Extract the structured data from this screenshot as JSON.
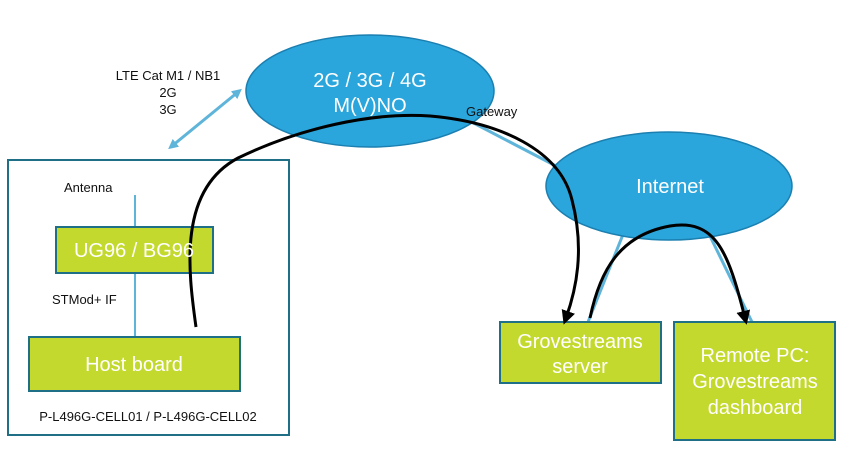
{
  "colors": {
    "cloud": "#2aa6dc",
    "cloud_border": "#1b7fb0",
    "box": "#c4d92e",
    "box_border": "#1f6f86",
    "frame": "#1f6f86",
    "link": "#5fb4da",
    "arrow": "#000000"
  },
  "radio_link": {
    "line1": "LTE Cat M1 / NB1",
    "line2": "2G",
    "line3": "3G"
  },
  "mno_cloud": {
    "line1": "2G / 3G / 4G",
    "line2": "M(V)NO"
  },
  "gateway_label": "Gateway",
  "internet_cloud": {
    "label": "Internet"
  },
  "device_frame": {
    "antenna_label": "Antenna",
    "module_label": "UG96 / BG96",
    "interface_label": "STMod+ IF",
    "host_label": "Host board",
    "caption": "P-L496G-CELL01 / P-L496G-CELL02"
  },
  "server_box": {
    "line1": "Grovestreams",
    "line2": "server"
  },
  "dashboard_box": {
    "line1": "Remote PC:",
    "line2": "Grovestreams",
    "line3": "dashboard"
  }
}
